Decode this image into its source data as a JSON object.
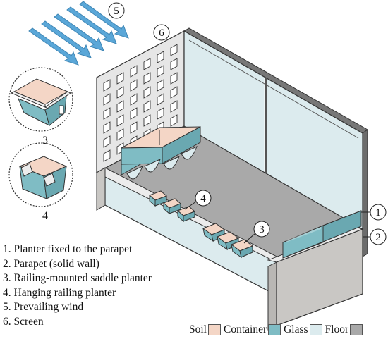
{
  "legend": {
    "items": [
      "1. Planter fixed to the parapet",
      "2. Parapet (solid wall)",
      "3. Railing-mounted saddle planter",
      "4. Hanging railing planter",
      "5. Prevailing wind",
      "6. Screen"
    ]
  },
  "materials": [
    {
      "label": "Soil",
      "color": "#f4d6c6"
    },
    {
      "label": "Container",
      "color": "#7fbcc4"
    },
    {
      "label": "Glass",
      "color": "#dcebee"
    },
    {
      "label": "Floor",
      "color": "#a9a9a9"
    }
  ],
  "callouts": [
    "1",
    "2",
    "3",
    "4",
    "5",
    "6"
  ],
  "detail_labels": [
    "3",
    "4"
  ],
  "colors": {
    "wind_arrow": "#5aa7d8",
    "wall": "#e6e6e6",
    "parapet": "#c9c7c4",
    "frame": "#6c6c6c",
    "floor": "#a9a9a9"
  }
}
